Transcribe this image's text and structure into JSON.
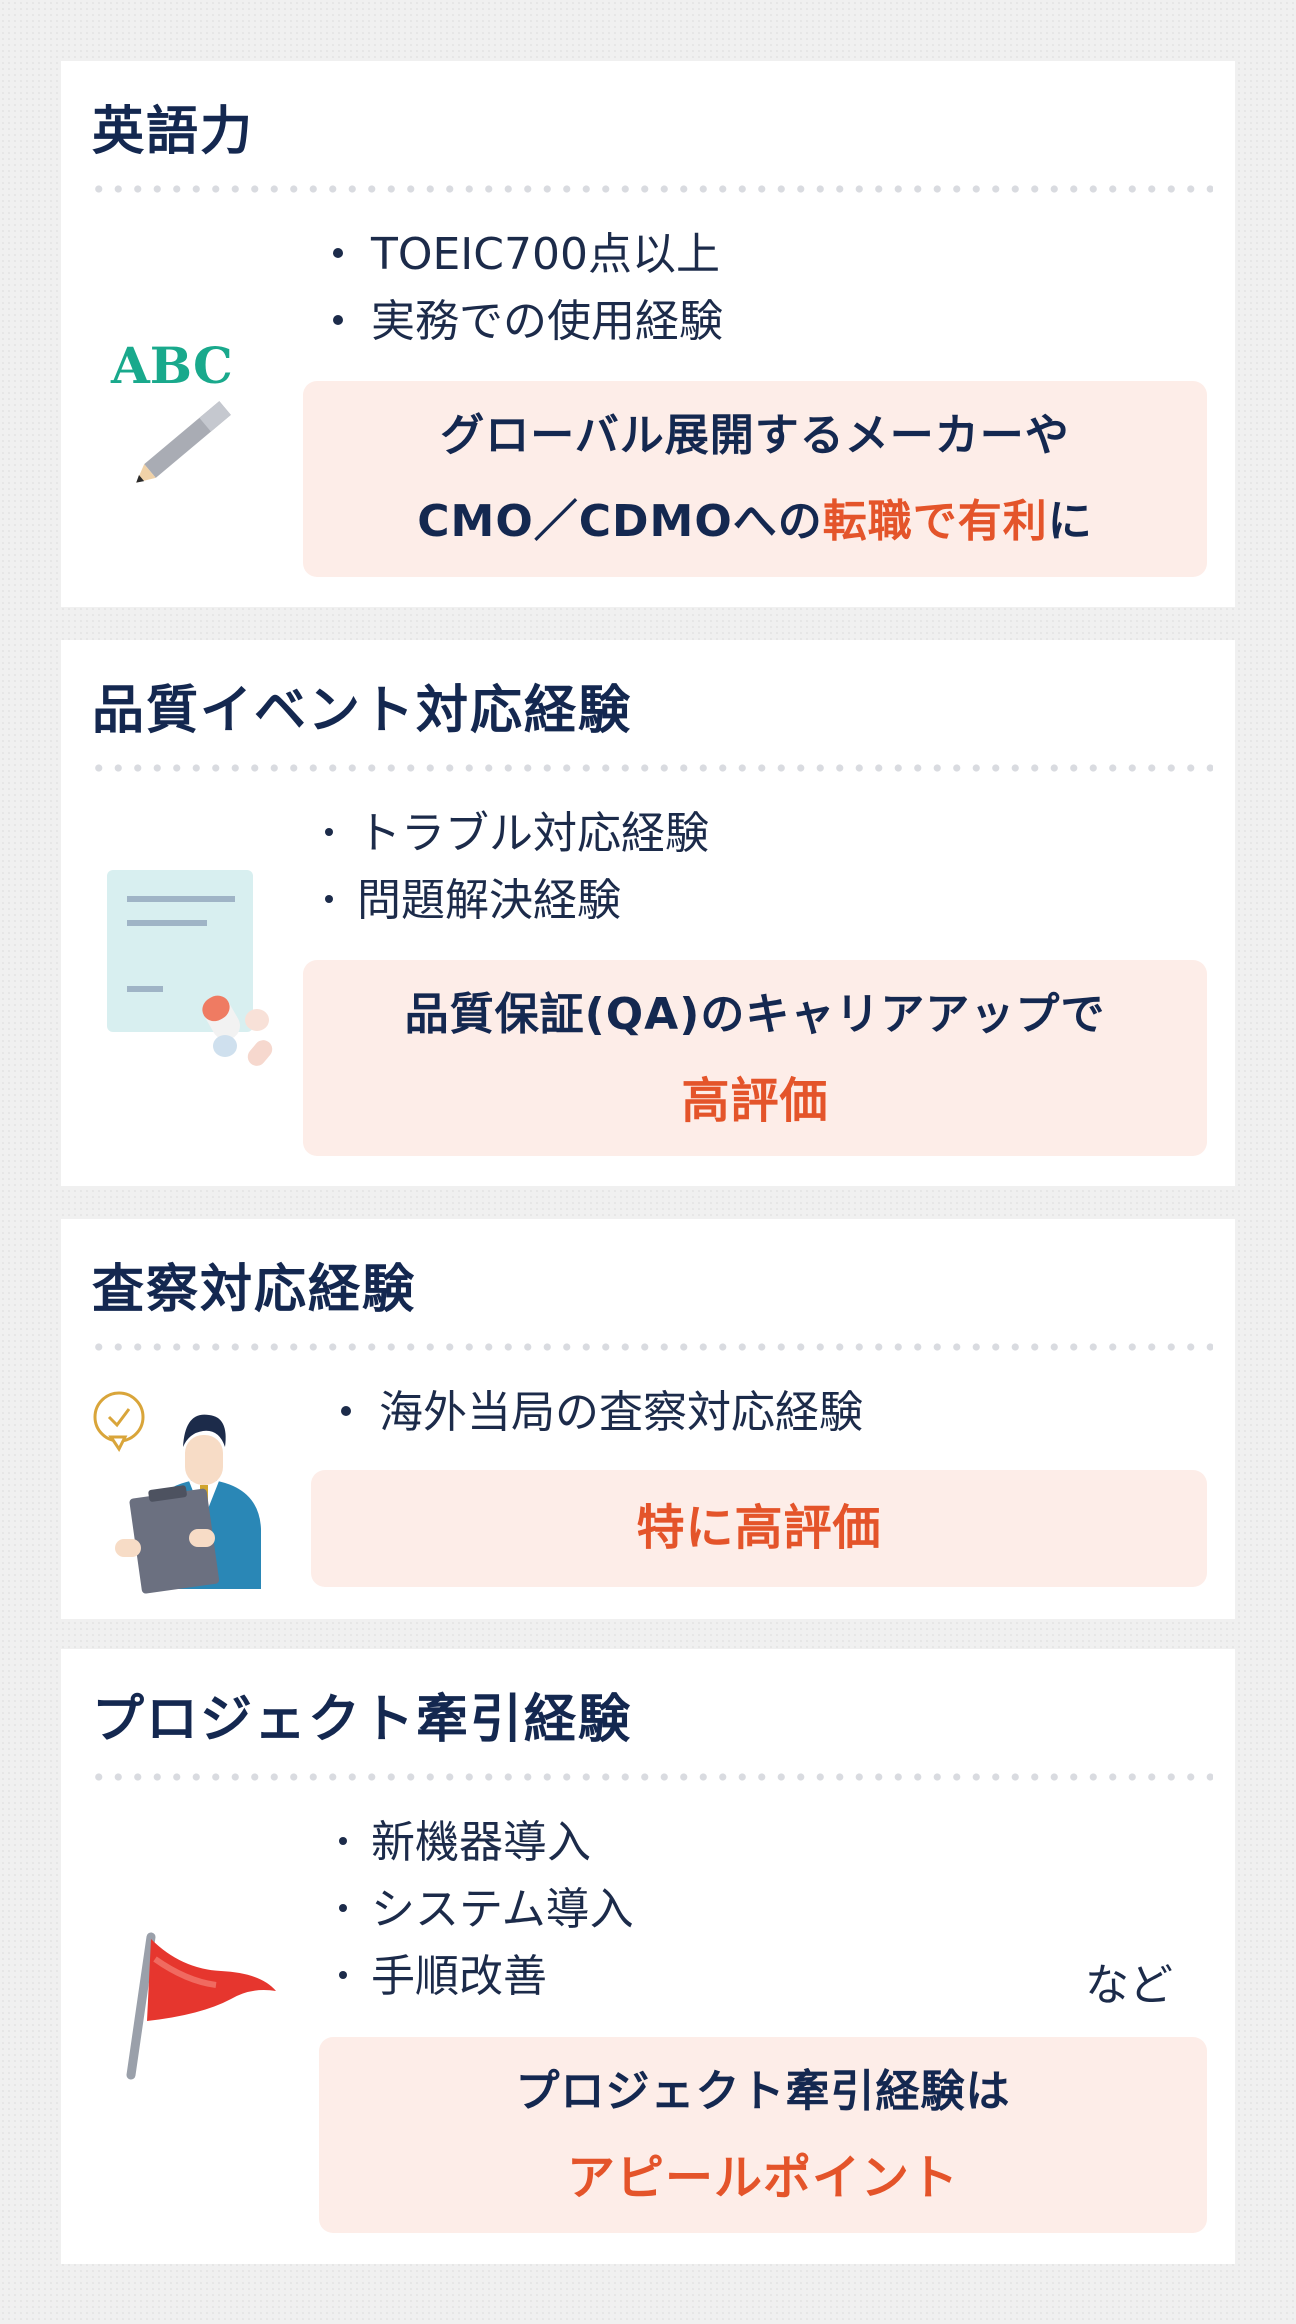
{
  "cards": [
    {
      "title": "英語力",
      "bullets": [
        "TOEIC700点以上",
        "実務での使用経験"
      ],
      "callout": {
        "line1": "グローバル展開するメーカーや",
        "line2_plain": "CMO／CDMOへの",
        "line2_accent": "転職で有利",
        "line2_tail": "に"
      },
      "icon": "abc-pencil-icon"
    },
    {
      "title": "品質イベント対応経験",
      "bullets": [
        "トラブル対応経験",
        "問題解決経験"
      ],
      "callout": {
        "line1": "品質保証(QA)のキャリアアップで",
        "line2_accent": "高評価"
      },
      "icon": "document-pills-icon"
    },
    {
      "title": "査察対応経験",
      "bullets": [
        "海外当局の査察対応経験"
      ],
      "callout": {
        "line1_accent": "特に高評価"
      },
      "icon": "inspector-clipboard-icon"
    },
    {
      "title": "プロジェクト牽引経験",
      "bullets": [
        "新機器導入",
        "システム導入",
        "手順改善"
      ],
      "suffix": "など",
      "callout": {
        "line1": "プロジェクト牽引経験は",
        "line2_accent": "アピールポイント"
      },
      "icon": "red-flag-icon"
    }
  ],
  "colors": {
    "title": "#142850",
    "text": "#1c2b4a",
    "accent": "#e4542a",
    "callout_bg": "#fdede8",
    "page_bg": "#f0f0f0"
  }
}
